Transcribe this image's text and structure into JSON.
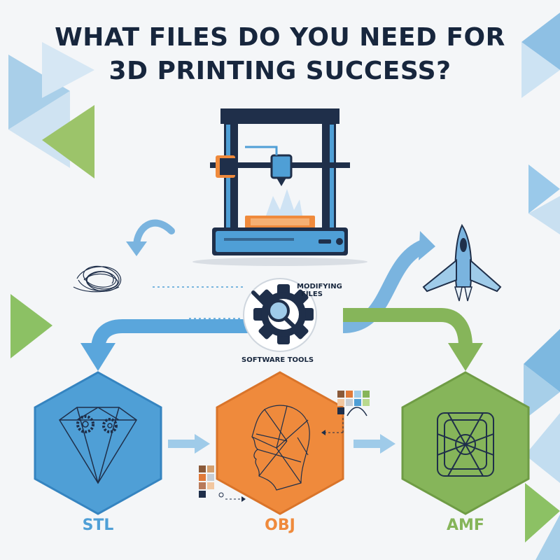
{
  "title": {
    "line1": "WHAT FILES DO YOU NEED FOR",
    "line2": "3D PRINTING SUCCESS?"
  },
  "tools": {
    "modifying_line1": "MODIFYING",
    "modifying_line2": "FILES",
    "software": "SOFTWARE TOOLS"
  },
  "formats": [
    {
      "label": "STL",
      "color": "#4f9fd6",
      "icon": "diamond-gears-icon"
    },
    {
      "label": "OBJ",
      "color": "#ef8a3c",
      "icon": "wireframe-head-icon"
    },
    {
      "label": "AMF",
      "color": "#86b55a",
      "icon": "celtic-knot-icon"
    }
  ],
  "colors": {
    "dark": "#17263d",
    "blue": "#4f9fd6",
    "light_blue": "#9fcbe9",
    "green": "#86b55a",
    "orange": "#ef8a3c"
  },
  "icons": [
    "printer-icon",
    "tangled-lines-icon",
    "spaceship-icon",
    "gear-wrench-magnifier-icon",
    "color-palette-icon"
  ]
}
